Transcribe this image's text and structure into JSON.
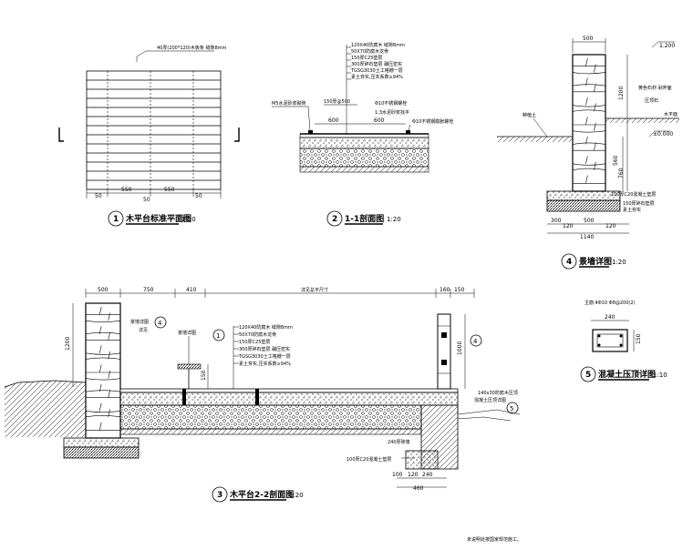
{
  "plan": {
    "title": "木平台标准平面图",
    "scale": "1:20",
    "badge": "1",
    "top_note": "40厚(200*120)木板条  缝隙8mm",
    "dims": [
      "50",
      "550",
      "50",
      "550",
      "50"
    ]
  },
  "section11": {
    "title": "1-1剖面图",
    "scale": "1:20",
    "badge": "2",
    "layers": [
      "120X40防腐木  缝隙8mm",
      "50X70防腐木龙骨",
      "150厚C25垫层",
      "300厚碎石垫层  碾压密实",
      "TGSG3030土工格栅一层",
      "素土夯实,压实系数≥94%"
    ],
    "left_note": "M5水泥砂浆砌砖",
    "left_dim": "150厚@500",
    "right_note1": "Φ10不锈钢螺栓",
    "right_note2": "1:3水泥砂浆找平",
    "far_right": "Φ10不锈钢膨胀螺栓",
    "dim": "600",
    "dim2": "600"
  },
  "wall": {
    "title": "景墙详图",
    "scale": "1:20",
    "badge": "4",
    "top_dim": "500",
    "elev_top": "1.200",
    "elev_mid": "±0.000",
    "left_note": "种植土",
    "right_note1": "黄色石材  剁斧面",
    "right_note2": "压顶石",
    "right_note3": "水平面",
    "height_dim": "1200",
    "dims_v": [
      "560",
      "760"
    ],
    "base1": "100厚C20混凝土垫层",
    "base2": "150厚碎石垫层",
    "base3": "素土夯实",
    "bottom_dims": [
      "300",
      "120",
      "500",
      "120",
      "1140"
    ]
  },
  "section22": {
    "title": "木平台2-2剖面图",
    "scale": "1:20",
    "badge": "3",
    "top_dims": [
      "500",
      "750",
      "410",
      "详见总平尺寸",
      "160",
      "150"
    ],
    "height_dim": "1200",
    "layers": [
      "120X40防腐木  缝隙8mm",
      "50X70防腐木龙骨",
      "150厚C25垫层",
      "300厚碎石垫层  碾压密实",
      "TGSG3030土工格栅一层",
      "素土夯实,压实系数≥94%"
    ],
    "note_left": "景墙详图",
    "note_left2": "详见",
    "note_mid": "景墙详图",
    "note_right": "140x30防腐木压顶",
    "note_right2": "混凝土压顶详图",
    "dim_150": "150",
    "dim_1000": "1000",
    "dim_240": "240厚砖墙",
    "dim_base": "100厚C20混凝土垫层",
    "bottom_dims": [
      "100",
      "120",
      "240",
      "460"
    ],
    "badges": [
      "4",
      "1",
      "4",
      "5"
    ]
  },
  "coping": {
    "title": "混凝土压顶详图",
    "scale": "1:10",
    "badge": "5",
    "top_note": "主筋:4Φ10  Φ8@200(2)",
    "dim_w": "240",
    "dim_h": "150"
  },
  "footer_note": "未说明处按国家规范施工。"
}
